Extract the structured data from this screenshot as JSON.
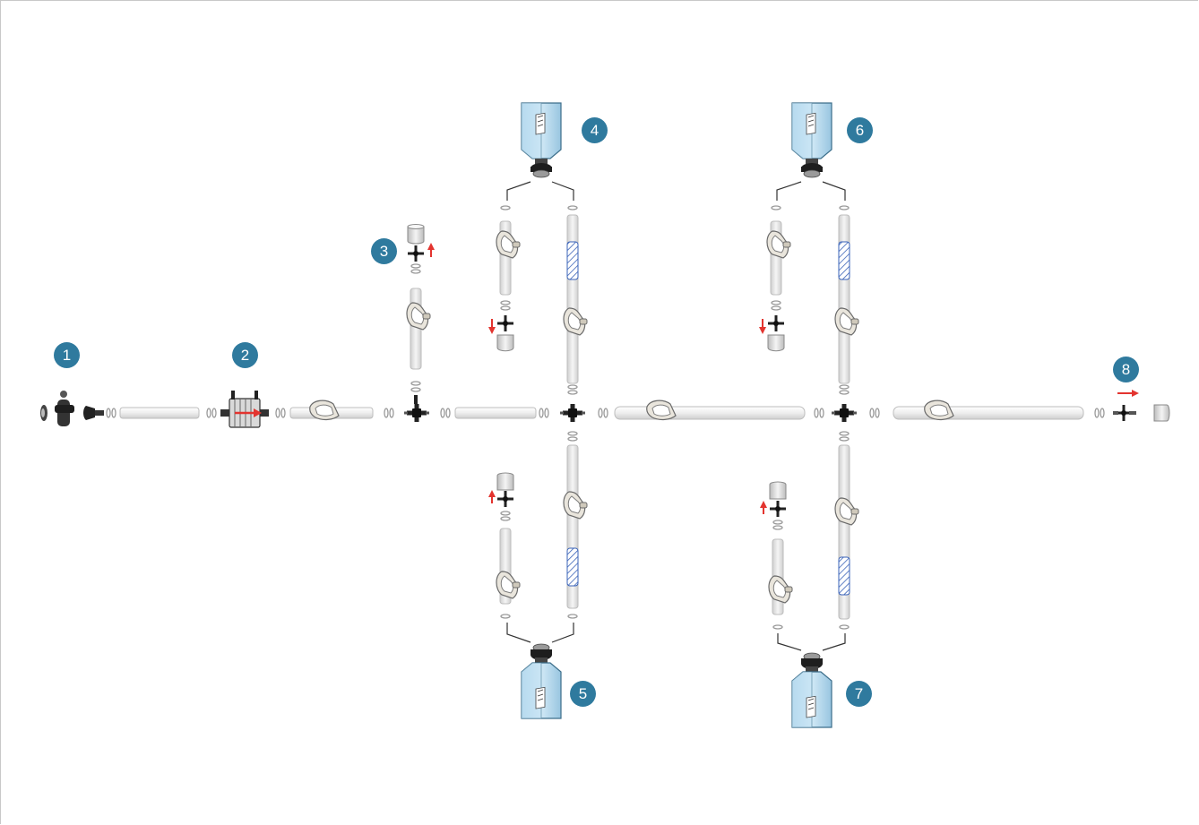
{
  "colors": {
    "callout": "#2f7a9e",
    "flow_arrow": "#e3342f",
    "filter_hatch": "#3a63b8",
    "bottle": "#c9e4f3",
    "tube": "#f2f2f2"
  },
  "callouts": [
    "1",
    "2",
    "3",
    "4",
    "5",
    "6",
    "7",
    "8"
  ]
}
